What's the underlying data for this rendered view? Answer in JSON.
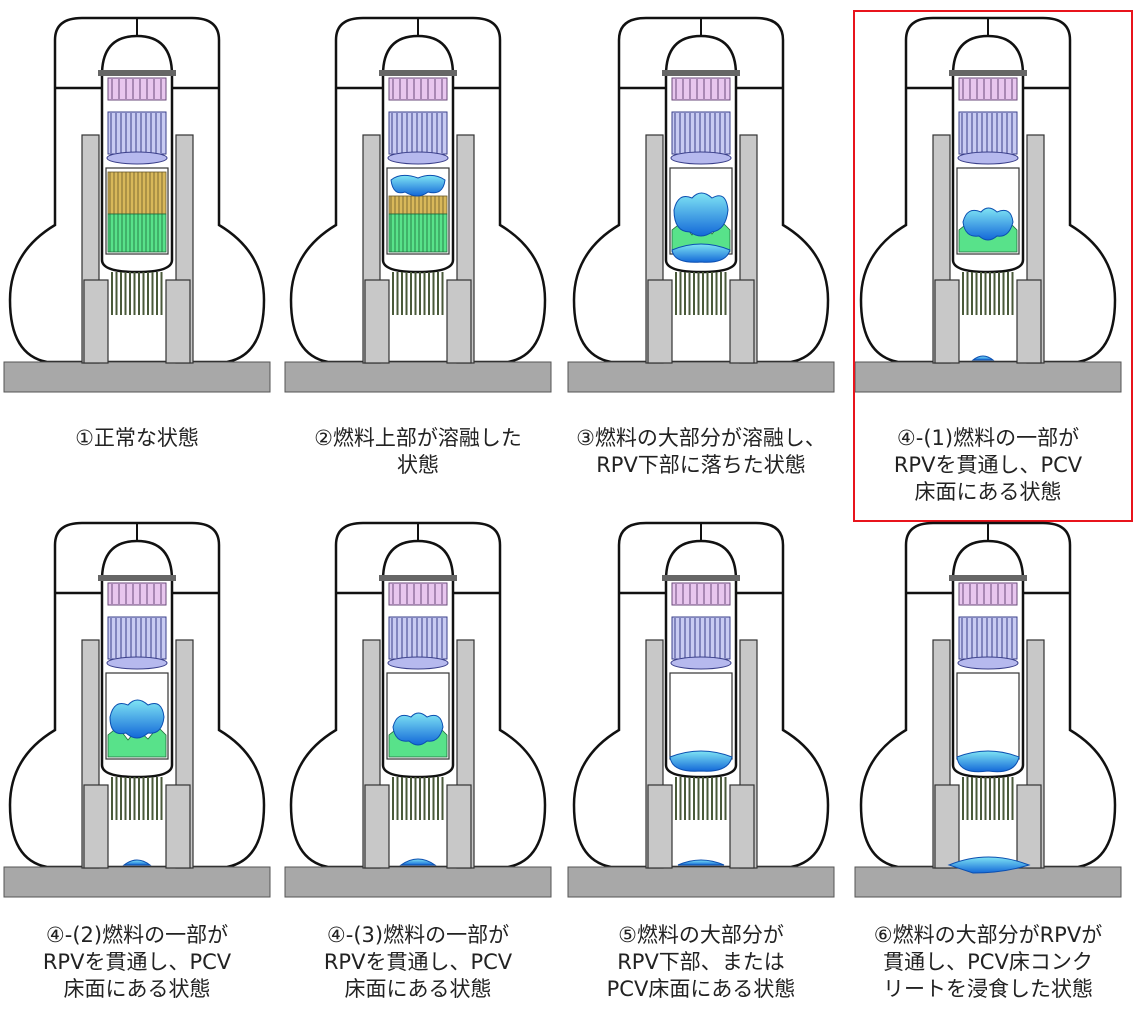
{
  "highlight_color": "#e8141c",
  "panels": [
    {
      "caption": [
        "①正常な状態"
      ],
      "state": "normal",
      "highlighted": false
    },
    {
      "caption": [
        "②燃料上部が溶融した",
        "状態"
      ],
      "state": "upper-melt",
      "highlighted": false
    },
    {
      "caption": [
        "③燃料の大部分が溶融し、",
        "RPV下部に落ちた状態"
      ],
      "state": "major-melt",
      "highlighted": false
    },
    {
      "caption": [
        "④-(1)燃料の一部が",
        "RPVを貫通し、PCV",
        "床面にある状態"
      ],
      "state": "penetration-1",
      "highlighted": true
    },
    {
      "caption": [
        "④-(2)燃料の一部が",
        "RPVを貫通し、PCV",
        "床面にある状態"
      ],
      "state": "penetration-2",
      "highlighted": false
    },
    {
      "caption": [
        "④-(3)燃料の一部が",
        "RPVを貫通し、PCV",
        "床面にある状態"
      ],
      "state": "penetration-3",
      "highlighted": false
    },
    {
      "caption": [
        "⑤燃料の大部分が",
        "RPV下部、または",
        "PCV床面にある状態"
      ],
      "state": "bottom",
      "highlighted": false
    },
    {
      "caption": [
        "⑥燃料の大部分がRPVが",
        "貫通し、PCV床コンク",
        "リートを浸食した状態"
      ],
      "state": "mcci",
      "highlighted": false
    }
  ]
}
